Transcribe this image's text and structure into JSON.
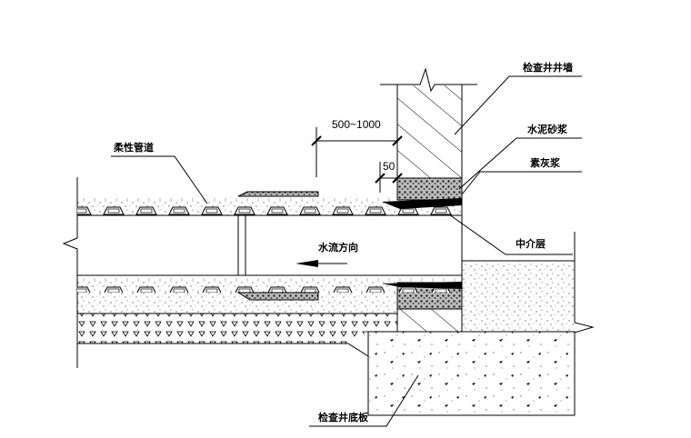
{
  "labels": {
    "well_wall": "检查井井墙",
    "cement_mortar": "水泥砂浆",
    "plain_grout": "素灰浆",
    "flexible_pipe": "柔性管道",
    "flow_direction": "水流方向",
    "intermediate_layer": "中介层",
    "well_base_slab": "检查井底板"
  },
  "dimensions": {
    "distance": "500~1000",
    "offset": "50"
  }
}
